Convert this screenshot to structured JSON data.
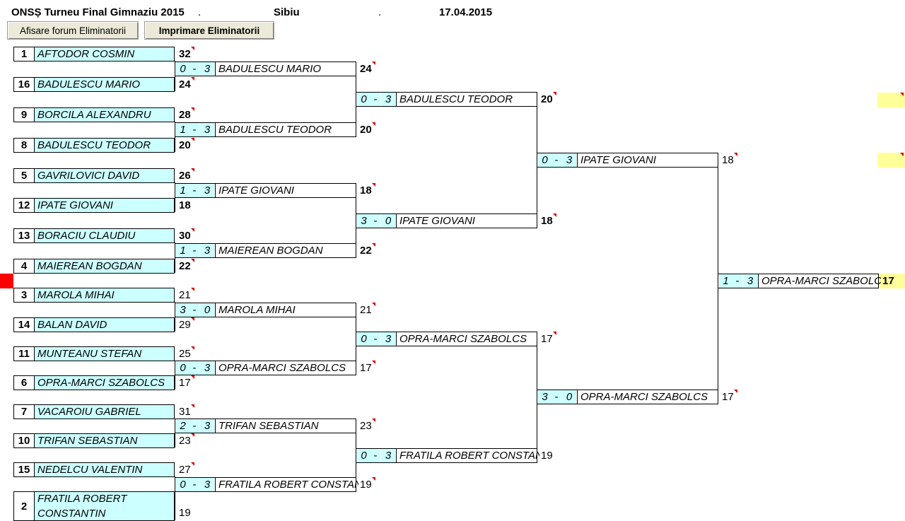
{
  "header": {
    "title": "ONSȘ Turneu Final Gimnaziu 2015",
    "dot1": ".",
    "city": "Sibiu",
    "dot2": ".",
    "date": "17.04.2015"
  },
  "buttons": {
    "forum": "Afisare forum Eliminatorii",
    "print": "Imprimare Eliminatorii"
  },
  "round1": [
    {
      "seed": "1",
      "name": "AFTODOR COSMIN",
      "score": "32"
    },
    {
      "seed": "16",
      "name": "BADULESCU MARIO",
      "score": "24"
    },
    {
      "seed": "9",
      "name": "BORCILA ALEXANDRU",
      "score": "28"
    },
    {
      "seed": "8",
      "name": "BADULESCU TEODOR",
      "score": "20"
    },
    {
      "seed": "5",
      "name": "GAVRILOVICI DAVID",
      "score": "26"
    },
    {
      "seed": "12",
      "name": "IPATE GIOVANI",
      "score": "18"
    },
    {
      "seed": "13",
      "name": "BORACIU CLAUDIU",
      "score": "30"
    },
    {
      "seed": "4",
      "name": "MAIEREAN BOGDAN",
      "score": "22"
    },
    {
      "seed": "3",
      "name": "MAROLA MIHAI",
      "score": "21"
    },
    {
      "seed": "14",
      "name": "BALAN DAVID",
      "score": "29"
    },
    {
      "seed": "11",
      "name": "MUNTEANU STEFAN",
      "score": "25"
    },
    {
      "seed": "6",
      "name": "OPRA-MARCI SZABOLCS",
      "score": "17"
    },
    {
      "seed": "7",
      "name": "VACAROIU GABRIEL",
      "score": "31"
    },
    {
      "seed": "10",
      "name": "TRIFAN SEBASTIAN",
      "score": "23"
    },
    {
      "seed": "15",
      "name": "NEDELCU VALENTIN",
      "score": "27"
    },
    {
      "seed": "2",
      "name": "FRATILA ROBERT",
      "name2": "CONSTANTIN",
      "score": "19"
    }
  ],
  "round2": [
    {
      "s1": "0",
      "sep": "-",
      "s2": "3",
      "winner": "BADULESCU MARIO",
      "score": "24"
    },
    {
      "s1": "1",
      "sep": "-",
      "s2": "3",
      "winner": "BADULESCU TEODOR",
      "score": "20"
    },
    {
      "s1": "1",
      "sep": "-",
      "s2": "3",
      "winner": "IPATE GIOVANI",
      "score": "18"
    },
    {
      "s1": "1",
      "sep": "-",
      "s2": "3",
      "winner": "MAIEREAN BOGDAN",
      "score": "22"
    },
    {
      "s1": "3",
      "sep": "-",
      "s2": "0",
      "winner": "MAROLA MIHAI",
      "score": "21"
    },
    {
      "s1": "0",
      "sep": "-",
      "s2": "3",
      "winner": "OPRA-MARCI SZABOLCS",
      "score": "17"
    },
    {
      "s1": "2",
      "sep": "-",
      "s2": "3",
      "winner": "TRIFAN SEBASTIAN",
      "score": "23"
    },
    {
      "s1": "0",
      "sep": "-",
      "s2": "3",
      "winner": "FRATILA ROBERT CONSTANTIN",
      "score": "19"
    }
  ],
  "round3": [
    {
      "s1": "0",
      "sep": "-",
      "s2": "3",
      "winner": "BADULESCU TEODOR",
      "score": "20"
    },
    {
      "s1": "3",
      "sep": "-",
      "s2": "0",
      "winner": "IPATE GIOVANI",
      "score": "18"
    },
    {
      "s1": "0",
      "sep": "-",
      "s2": "3",
      "winner": "OPRA-MARCI SZABOLCS",
      "score": "17"
    },
    {
      "s1": "0",
      "sep": "-",
      "s2": "3",
      "winner": "FRATILA ROBERT CONSTANTIN",
      "score": "19"
    }
  ],
  "round4": [
    {
      "s1": "0",
      "sep": "-",
      "s2": "3",
      "winner": "IPATE GIOVANI",
      "score": "18"
    },
    {
      "s1": "3",
      "sep": "-",
      "s2": "0",
      "winner": "OPRA-MARCI SZABOLCS",
      "score": "17"
    }
  ],
  "final": {
    "s1": "1",
    "sep": "-",
    "s2": "3",
    "winner": "OPRA-MARCI SZABOLCS",
    "score": "17"
  },
  "colors": {
    "cell": "#ccffff",
    "highlight": "#ffff99",
    "comment_marker": "#d40000",
    "row_marker": "#ff0000"
  }
}
